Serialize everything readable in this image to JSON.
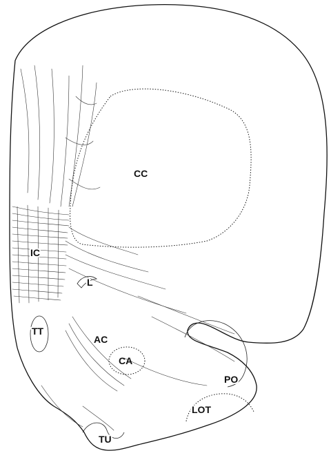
{
  "labels": {
    "cc": "CC",
    "ic": "IC",
    "l": "L",
    "tt": "TT",
    "ac": "AC",
    "ca": "CA",
    "po": "PO",
    "lot": "LOT",
    "tu": "TU"
  }
}
